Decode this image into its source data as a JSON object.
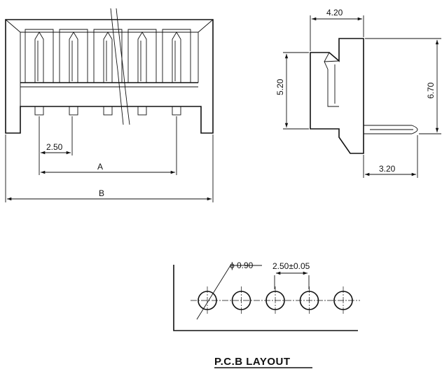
{
  "front_view": {
    "pitch_label": "2.50",
    "dim_a_label": "A",
    "dim_b_label": "B",
    "pin_count_shown": 5
  },
  "side_view": {
    "width_label": "4.20",
    "body_height_label": "5.20",
    "total_height_label": "6.70",
    "lead_length_label": "3.20"
  },
  "pcb_layout": {
    "hole_diameter_symbol": "ϕ",
    "hole_diameter_label": "0.90",
    "pitch_label": "2.50±0.05",
    "hole_count": 5,
    "title": "P.C.B LAYOUT"
  }
}
